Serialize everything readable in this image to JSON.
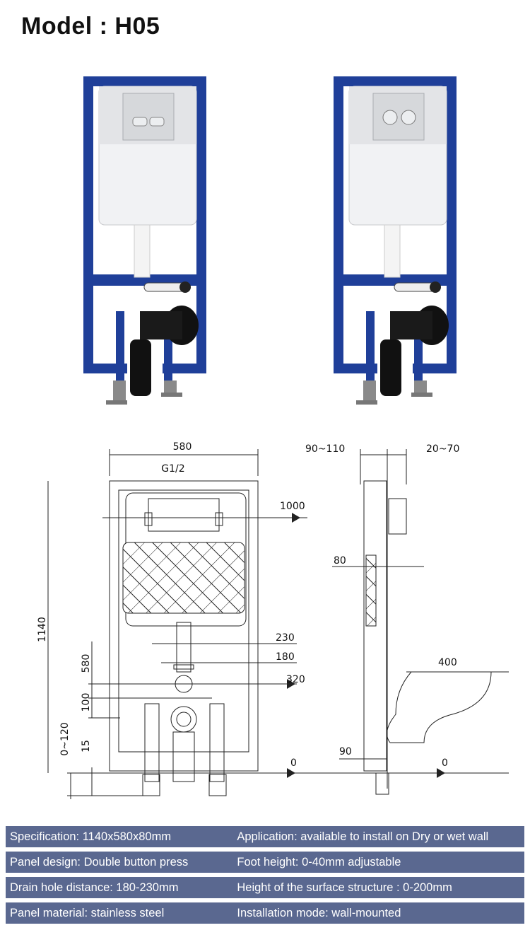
{
  "header": {
    "title": "Model : H05"
  },
  "colors": {
    "frame_blue": "#1f3f99",
    "spec_bar": "#5a6890",
    "panel_white": "#f1f2f4"
  },
  "drawing": {
    "front": {
      "width": "580",
      "inlet": "G1/2",
      "height": "1140",
      "left_580": "580",
      "left_100": "100",
      "left_15": "15",
      "left_0_120": "0~120",
      "right_1000": "1000",
      "right_230": "230",
      "right_180": "180",
      "right_320": "320",
      "floor_0": "0"
    },
    "side": {
      "top_left": "90~110",
      "top_right": "20~70",
      "depth_80": "80",
      "bowl_400": "400",
      "bottom_90": "90",
      "floor_0": "0"
    }
  },
  "specs": [
    {
      "left": "Specification: 1140x580x80mm",
      "right": "Application: available to install on Dry or wet wall"
    },
    {
      "left": "Panel design: Double button press",
      "right": "Foot height: 0-40mm adjustable"
    },
    {
      "left": "Drain hole distance: 180-230mm",
      "right": "Height of the surface structure : 0-200mm"
    },
    {
      "left": "Panel material: stainless steel",
      "right": "Installation mode: wall-mounted"
    }
  ]
}
